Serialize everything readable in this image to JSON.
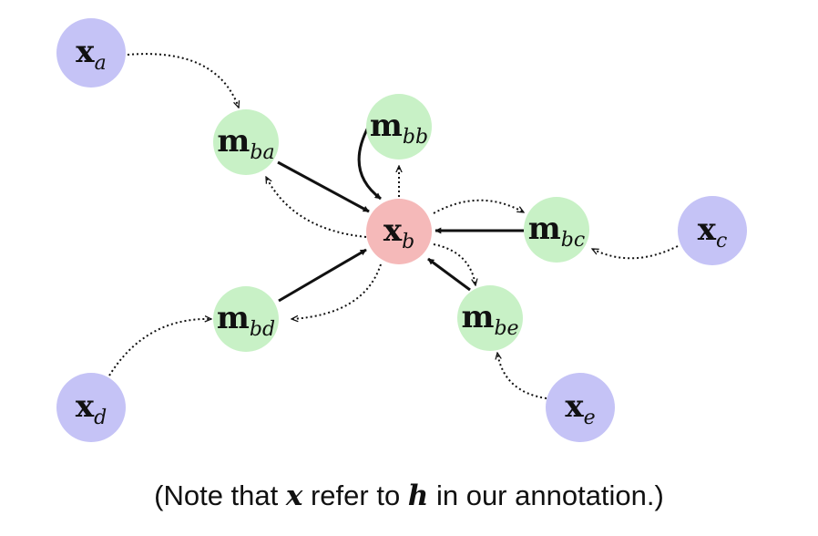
{
  "diagram": {
    "colors": {
      "x_node": "#c5c3f6",
      "m_node": "#c8f1c6",
      "center_node": "#f5b9b9",
      "edge": "#111111"
    },
    "nodes": [
      {
        "id": "xa",
        "main": "x",
        "sub": "a",
        "kind": "x_node"
      },
      {
        "id": "xc",
        "main": "x",
        "sub": "c",
        "kind": "x_node"
      },
      {
        "id": "xd",
        "main": "x",
        "sub": "d",
        "kind": "x_node"
      },
      {
        "id": "xe",
        "main": "x",
        "sub": "e",
        "kind": "x_node"
      },
      {
        "id": "mba",
        "main": "m",
        "sub": "ba",
        "kind": "m_node"
      },
      {
        "id": "mbb",
        "main": "m",
        "sub": "bb",
        "kind": "m_node"
      },
      {
        "id": "mbc",
        "main": "m",
        "sub": "bc",
        "kind": "m_node"
      },
      {
        "id": "mbd",
        "main": "m",
        "sub": "bd",
        "kind": "m_node"
      },
      {
        "id": "mbe",
        "main": "m",
        "sub": "be",
        "kind": "m_node"
      },
      {
        "id": "xb",
        "main": "x",
        "sub": "b",
        "kind": "center_node"
      }
    ],
    "edges": [
      {
        "from": "xa",
        "to": "mba",
        "style": "dotted"
      },
      {
        "from": "xc",
        "to": "mbc",
        "style": "dotted"
      },
      {
        "from": "xd",
        "to": "mbd",
        "style": "dotted"
      },
      {
        "from": "xe",
        "to": "mbe",
        "style": "dotted"
      },
      {
        "from": "mba",
        "to": "xb",
        "style": "solid"
      },
      {
        "from": "mbb",
        "to": "xb",
        "style": "solid"
      },
      {
        "from": "mbc",
        "to": "xb",
        "style": "solid"
      },
      {
        "from": "mbd",
        "to": "xb",
        "style": "solid"
      },
      {
        "from": "mbe",
        "to": "xb",
        "style": "solid"
      },
      {
        "from": "xb",
        "to": "mba",
        "style": "dotted"
      },
      {
        "from": "xb",
        "to": "mbb",
        "style": "dotted"
      },
      {
        "from": "xb",
        "to": "mbc",
        "style": "dotted"
      },
      {
        "from": "xb",
        "to": "mbd",
        "style": "dotted"
      },
      {
        "from": "xb",
        "to": "mbe",
        "style": "dotted"
      }
    ]
  },
  "caption": {
    "before": "(Note that ",
    "var1": "x",
    "middle": " refer to ",
    "var2": "h",
    "after": " in our annotation.)"
  }
}
